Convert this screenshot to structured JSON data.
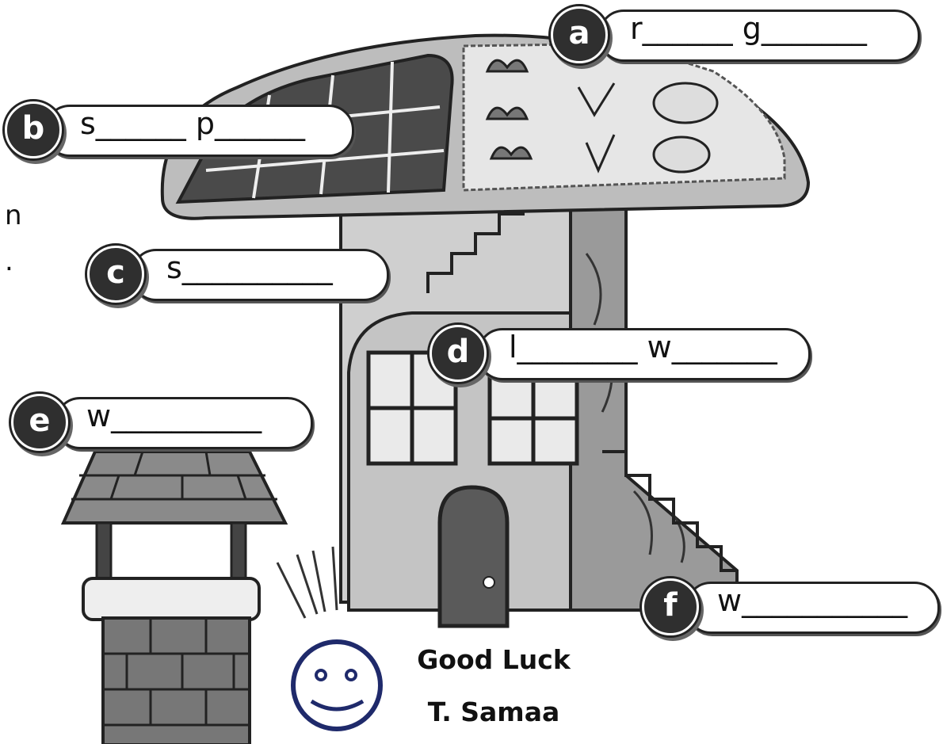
{
  "labels": [
    {
      "letter": "a",
      "hint": "r______ g_______"
    },
    {
      "letter": "b",
      "hint": "s______ p______"
    },
    {
      "letter": "c",
      "hint": "s__________"
    },
    {
      "letter": "d",
      "hint": "l________ w_______"
    },
    {
      "letter": "e",
      "hint": "w__________"
    },
    {
      "letter": "f",
      "hint": "w___________"
    }
  ],
  "edge_letters": [
    "n",
    "."
  ],
  "footer": {
    "line1": "Good Luck",
    "line2": "T. Samaa"
  },
  "colors": {
    "ink": "#222222",
    "smiley": "#1f2a6b",
    "door": "#5a5a5a"
  }
}
